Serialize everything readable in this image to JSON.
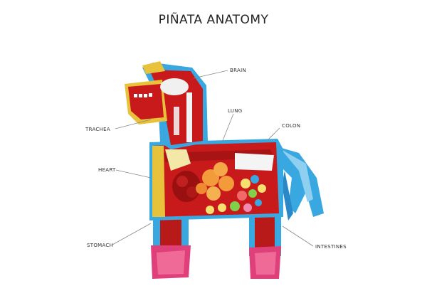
{
  "title": "PIÑATA ANATOMY",
  "labels": {
    "brain": "BRAIN",
    "lung": "LUNG",
    "colon": "COLON",
    "trachea": "TRACHEA",
    "heart": "HEART",
    "stomach": "STOMACH",
    "intestines": "INTESTINES"
  },
  "colors": {
    "body_red": "#c8191b",
    "leg_pink": "#e0407a",
    "fringe_blue": "#3aa8e0",
    "fringe_yellow": "#e8c23a",
    "candy_orange": "#f39a3a",
    "heart_dark": "#9a1010",
    "leader_line": "#888888"
  }
}
